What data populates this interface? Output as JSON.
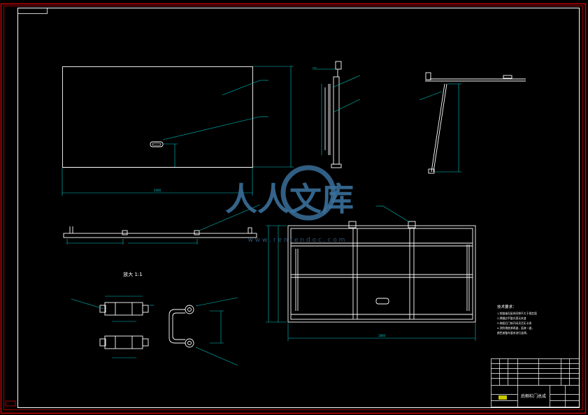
{
  "watermark": {
    "text": "人人文库",
    "url": "w w w . r e n r e n d o c . c o m",
    "color": "#3a6f9a"
  },
  "labels": {
    "detail_title": "放大 1:1",
    "notes_title": "技术要求：",
    "notes": [
      "1.铰链轴孔配合间隙不大于规定值",
      "2.焊缝应平整光滑无夹渣",
      "3.装配后门体开闭灵活无卡滞",
      "4.涂防锈底漆两道，面漆一道，",
      "  颜色按整车要求进行选择。"
    ],
    "title_block_name": "后侧栏门总成",
    "dim_top_width": "2000",
    "dim_bottom_width": "1800"
  },
  "colors": {
    "outer_frame": "#cc0000",
    "lines": "#ffffff",
    "dims": "#00c8c8"
  }
}
